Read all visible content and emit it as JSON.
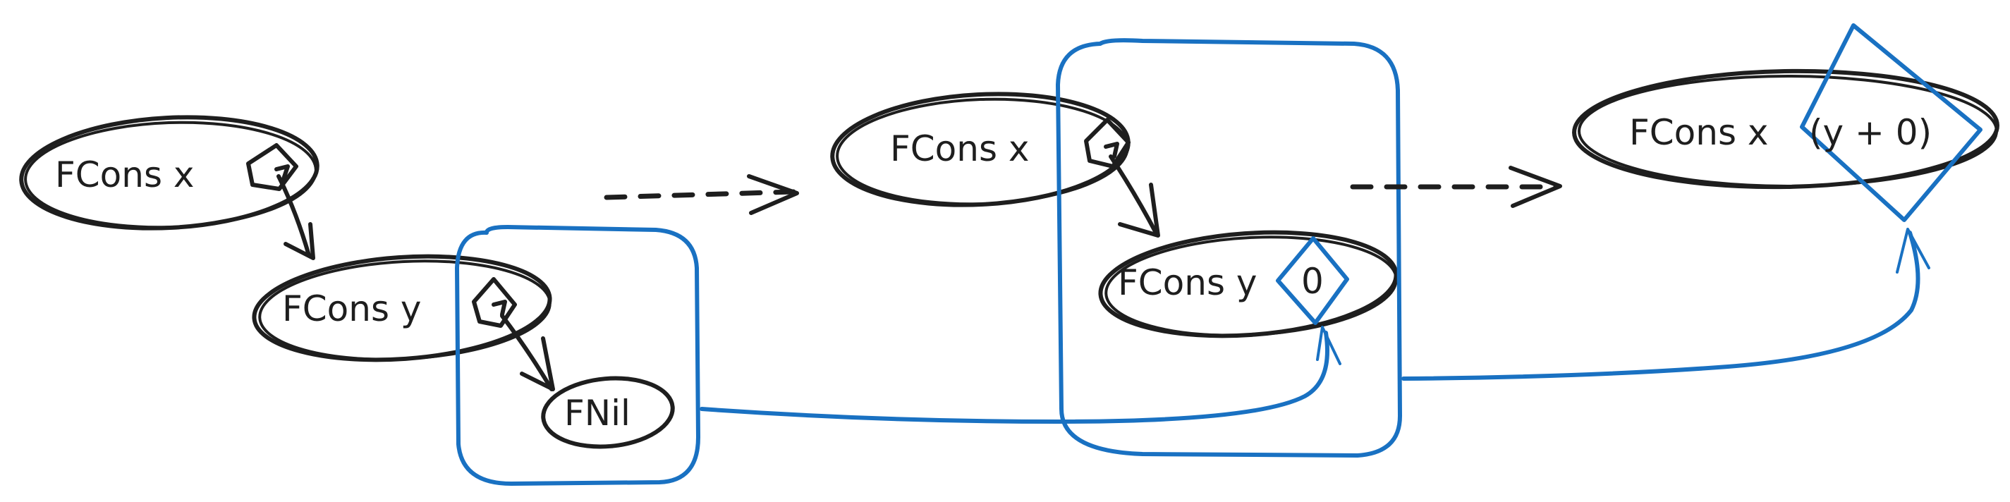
{
  "colors": {
    "ink": "#1e1e1e",
    "highlight": "#1971c2",
    "background": "#ffffff"
  },
  "left": {
    "node1": "FCons x",
    "node2": "FCons y",
    "node3": "FNil"
  },
  "middle": {
    "node1": "FCons x",
    "node2": "FCons y",
    "zero": "0"
  },
  "right": {
    "node1": "FCons x",
    "expr": "(y + 0)"
  }
}
